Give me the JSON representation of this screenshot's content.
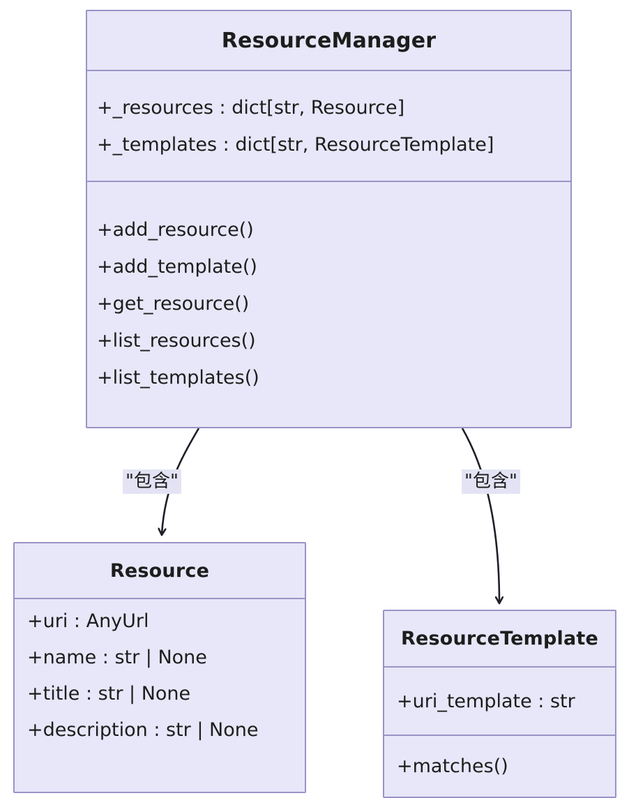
{
  "diagram": {
    "kind": "uml-class-diagram",
    "colors": {
      "class_fill": "#e7e7f9",
      "class_border": "#9a93c6",
      "edge_stroke": "#1f1f28",
      "label_background": "#e3e3f5",
      "text": "#1d1d1d",
      "page_background": "#ffffff"
    },
    "classes": [
      {
        "id": "resource-manager",
        "name": "ResourceManager",
        "attributes": [
          "+_resources : dict[str, Resource]",
          "+_templates : dict[str, ResourceTemplate]"
        ],
        "methods": [
          "+add_resource()",
          "+add_template()",
          "+get_resource()",
          "+list_resources()",
          "+list_templates()"
        ]
      },
      {
        "id": "resource",
        "name": "Resource",
        "attributes": [
          "+uri : AnyUrl",
          "+name : str | None",
          "+title : str | None",
          "+description : str | None"
        ],
        "methods": []
      },
      {
        "id": "resource-template",
        "name": "ResourceTemplate",
        "attributes": [
          "+uri_template : str"
        ],
        "methods": [
          "+matches()"
        ]
      }
    ],
    "relationships": [
      {
        "id": "manager-to-resource",
        "from": "ResourceManager",
        "to": "Resource",
        "label": "\"包含\"",
        "arrow": "open-arrow"
      },
      {
        "id": "manager-to-resource-template",
        "from": "ResourceManager",
        "to": "ResourceTemplate",
        "label": "\"包含\"",
        "arrow": "open-arrow"
      }
    ]
  }
}
